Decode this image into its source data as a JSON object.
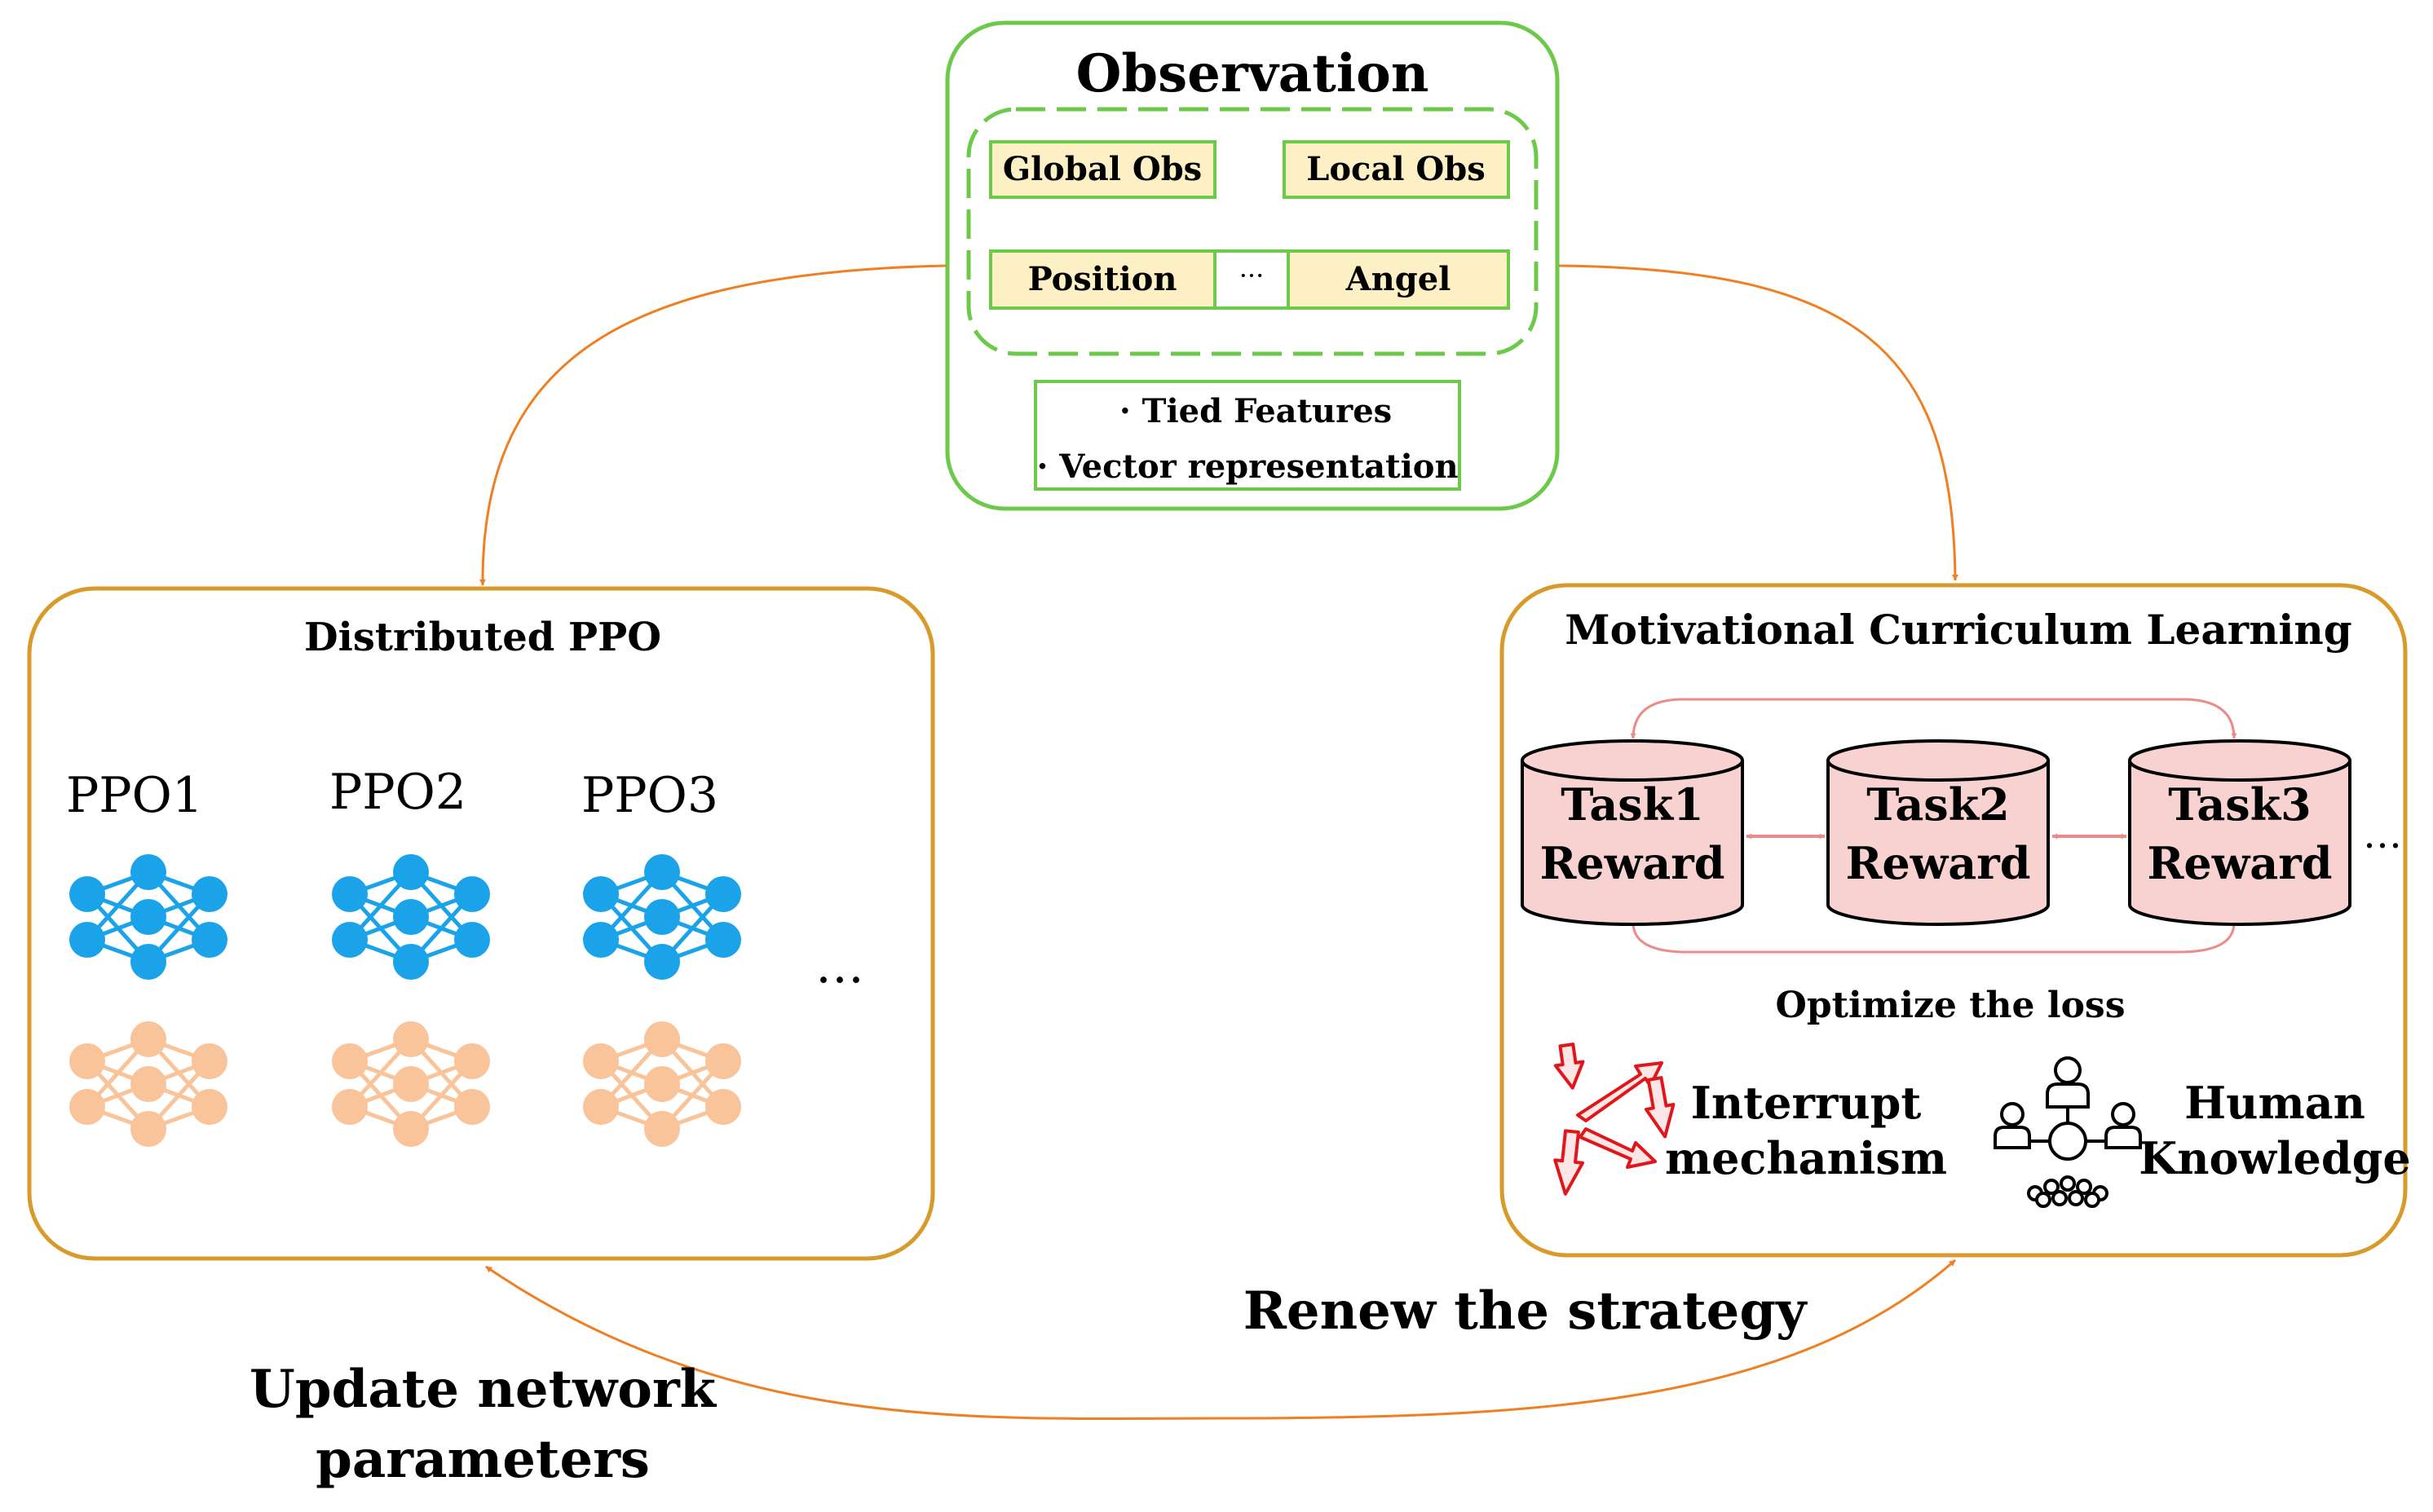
{
  "observation": {
    "title": "Observation",
    "global_obs": "Global Obs",
    "local_obs": "Local Obs",
    "position": "Position",
    "ellipsis": "···",
    "angel": "Angel",
    "features": [
      "· Tied Features",
      "· Vector representation"
    ]
  },
  "distributed_ppo": {
    "title": "Distributed PPO",
    "models": [
      "PPO1",
      "PPO2",
      "PPO3"
    ],
    "more": "…",
    "colors": {
      "upper": "#1aa3e8",
      "lower": "#f9c49a"
    }
  },
  "curriculum": {
    "title": "Motivational Curriculum Learning",
    "tasks": [
      {
        "line1": "Task1",
        "line2": "Reward"
      },
      {
        "line1": "Task2",
        "line2": "Reward"
      },
      {
        "line1": "Task3",
        "line2": "Reward"
      }
    ],
    "more": "…",
    "optimize": "Optimize the loss",
    "interrupt": [
      "Interrupt",
      "mechanism"
    ],
    "human": [
      "Human",
      "Knowledge"
    ]
  },
  "flows": {
    "renew": "Renew the strategy",
    "update": [
      "Update network",
      "parameters"
    ]
  },
  "colors": {
    "green": "#6cc94a",
    "orange_border": "#d79a2b",
    "arrow": "#f07f22",
    "cylinder_fill": "#f7d2d0",
    "pink_arrow": "#ec8c8a",
    "label_fill": "#fdf0c5",
    "red": "#e0161b"
  }
}
